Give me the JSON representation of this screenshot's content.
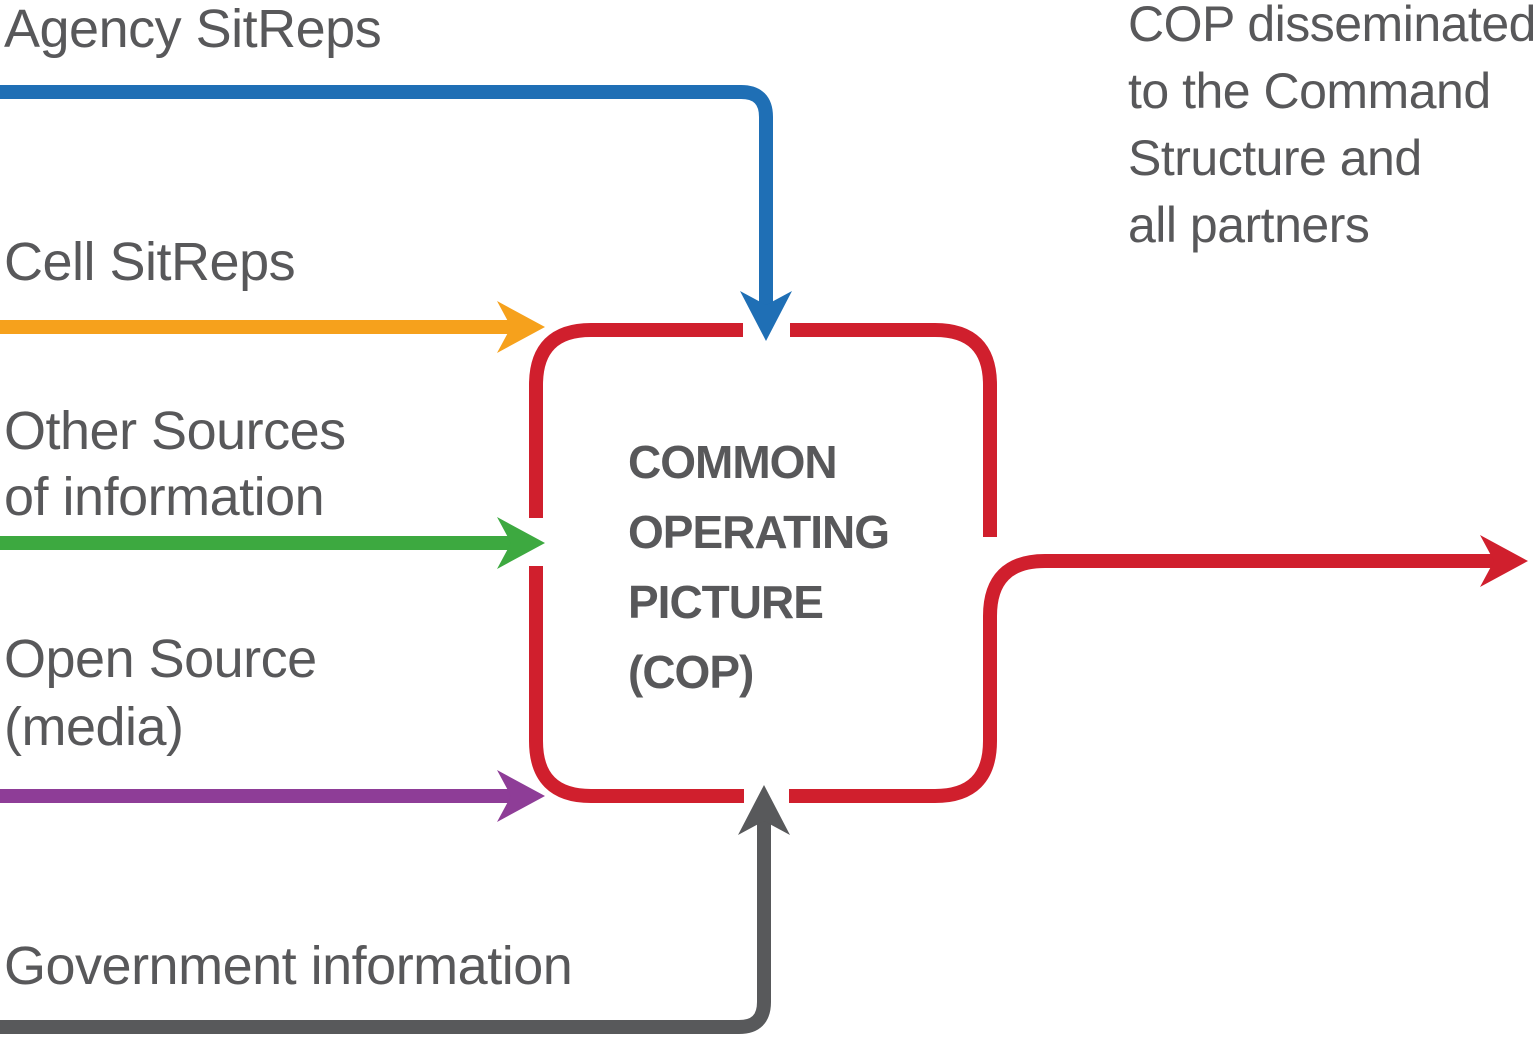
{
  "labels": {
    "agency": "Agency SitReps",
    "cell": "Cell SitReps",
    "other_1": "Other Sources",
    "other_2": "of information",
    "open_1": "Open Source",
    "open_2": "(media)",
    "government": "Government information"
  },
  "cop_box": {
    "line_1": "COMMON",
    "line_2": "OPERATING",
    "line_3": "PICTURE",
    "line_4": "(COP)"
  },
  "output_note": {
    "line_1": "COP disseminated",
    "line_2": "to the Command",
    "line_3": "Structure and",
    "line_4": "all partners"
  },
  "colors": {
    "agency_arrow_blue": "#1F6FB5",
    "cell_arrow_orange": "#F6A11C",
    "other_arrow_green": "#3DA940",
    "open_arrow_purple": "#8E3D97",
    "government_arrow_gray": "#58595B",
    "cop_red": "#D01F2D",
    "text_gray": "#58585A"
  }
}
